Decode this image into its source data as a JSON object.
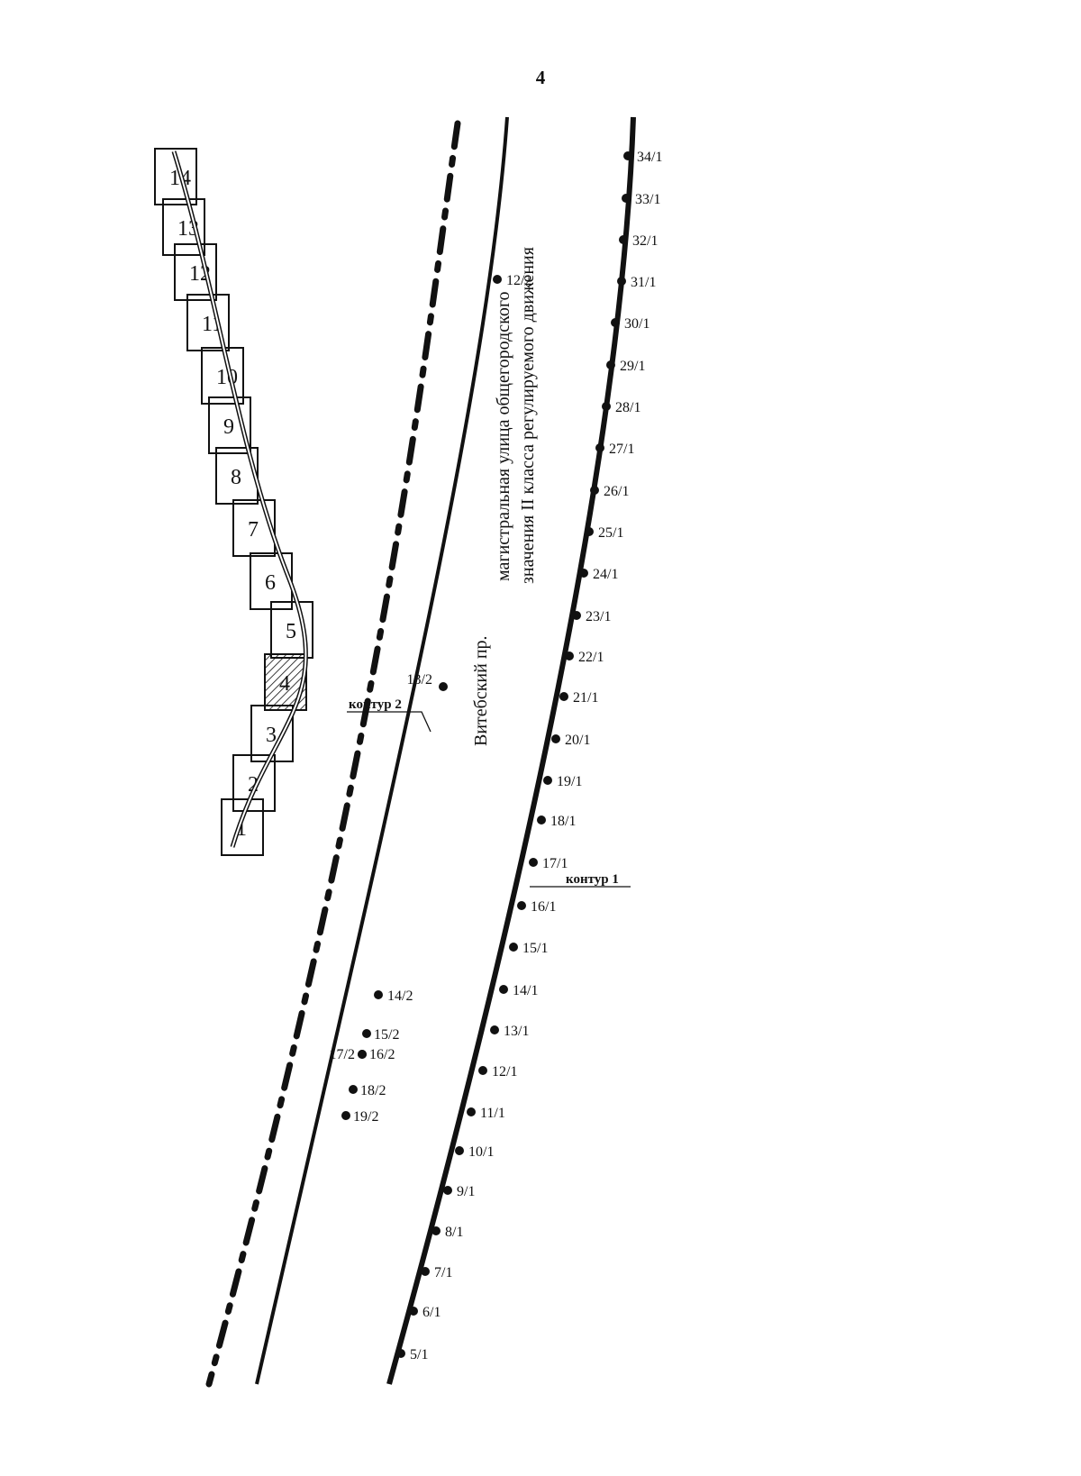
{
  "page": {
    "number": "4"
  },
  "street": {
    "name": "Витебский пр.",
    "description_line1": "магистральная улица общегородского",
    "description_line2": "значения II класса регулируемого движения"
  },
  "contours": [
    {
      "id": "contour-1",
      "label": "контур 1"
    },
    {
      "id": "contour-2",
      "label": "контур 2"
    }
  ],
  "contour1_points": [
    "34/1",
    "33/1",
    "32/1",
    "31/1",
    "30/1",
    "29/1",
    "28/1",
    "27/1",
    "26/1",
    "25/1",
    "24/1",
    "23/1",
    "22/1",
    "21/1",
    "20/1",
    "19/1",
    "18/1",
    "17/1",
    "16/1",
    "15/1",
    "14/1",
    "13/1",
    "12/1",
    "11/1",
    "10/1",
    "9/1",
    "8/1",
    "7/1",
    "6/1",
    "5/1"
  ],
  "contour2_points": [
    "12/2",
    "13/2",
    "14/2",
    "15/2",
    "16/2",
    "17/2",
    "18/2",
    "19/2"
  ],
  "sheets": [
    "14",
    "13",
    "12",
    "11",
    "10",
    "9",
    "8",
    "7",
    "6",
    "5",
    "4",
    "3",
    "2",
    "1"
  ],
  "highlighted_sheet": "4",
  "colors": {
    "ink": "#111111",
    "paper": "#ffffff"
  }
}
